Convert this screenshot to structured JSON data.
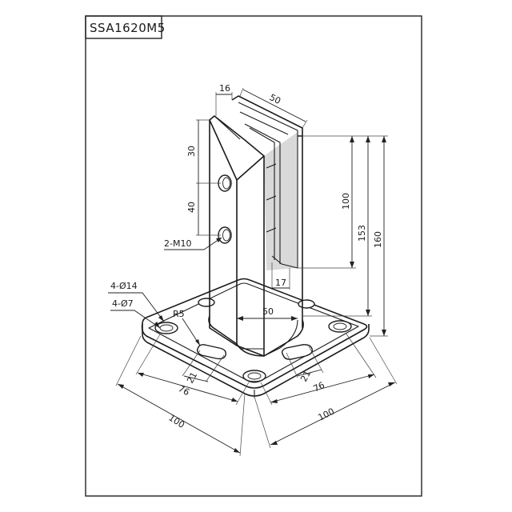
{
  "title": {
    "model_code": "SSA1620M5"
  },
  "dimensions": {
    "slot_width": "16",
    "head_width": "50",
    "hole_spacing_top": "30",
    "hole_spacing": "40",
    "glass_depth": "100",
    "bolt_hole_height": "153",
    "total_height": "160",
    "slot_offset": "17",
    "post_width": "50",
    "thread_callout": "2-M10",
    "large_holes": "4-Ø14",
    "small_holes": "4-Ø7",
    "corner_radius": "R5",
    "slot_length_left": "21",
    "slot_length_right": "21",
    "hole_pitch_left": "76",
    "hole_pitch_right": "76",
    "base_size_left": "100",
    "base_size_right": "100"
  }
}
